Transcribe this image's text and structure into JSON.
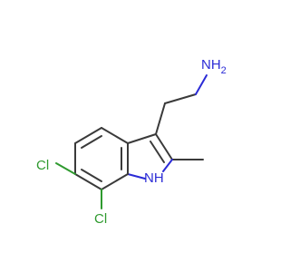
{
  "molecule": {
    "colors": {
      "bond": "#3a3a3a",
      "nitrogen": "#2b2bd6",
      "chlorine": "#2f9a2f",
      "background": "#ffffff"
    },
    "labels": {
      "amine": "NH",
      "amine_subscript": "2",
      "indole_nh": "NH",
      "cl_upper": "Cl",
      "cl_lower": "Cl"
    }
  }
}
